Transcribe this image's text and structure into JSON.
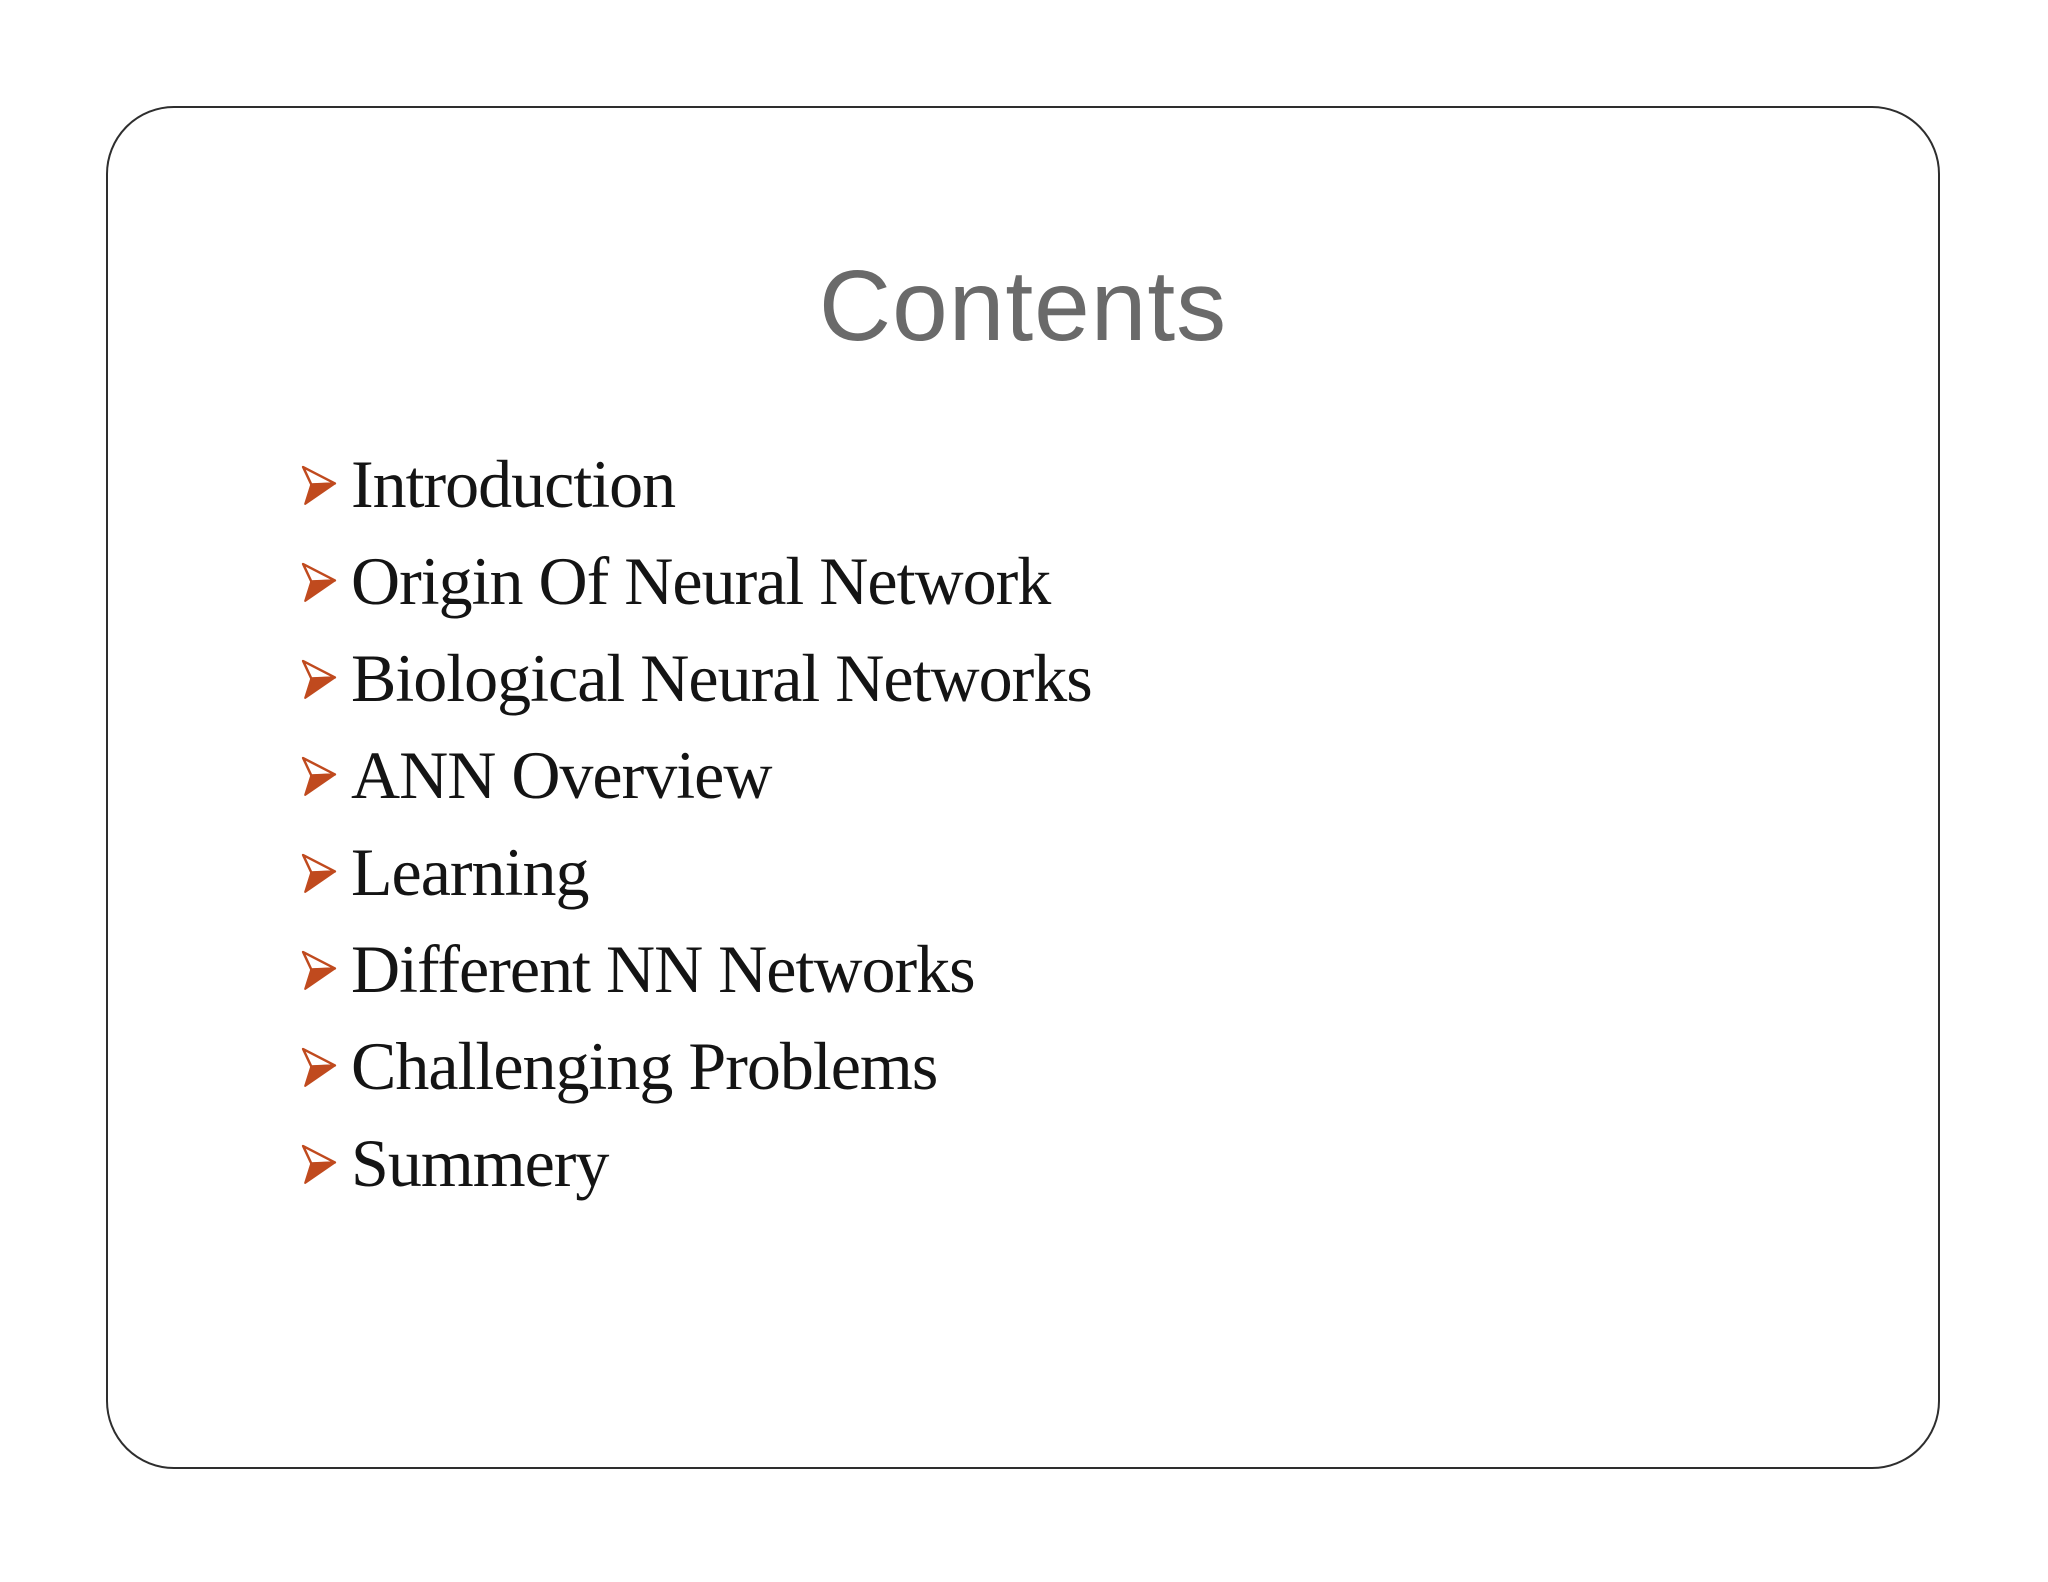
{
  "slide": {
    "title": "Contents",
    "items": [
      {
        "label": "Introduction"
      },
      {
        "label": "Origin Of Neural Network"
      },
      {
        "label": "Biological Neural Networks"
      },
      {
        "label": "ANN Overview"
      },
      {
        "label": "Learning"
      },
      {
        "label": "Different NN Networks"
      },
      {
        "label": "Challenging Problems"
      },
      {
        "label": "Summery"
      }
    ],
    "bullet_icon": "3d-arrowhead-right-icon",
    "colors": {
      "bullet": "#c04a1e",
      "title": "#6a6a6a",
      "body_text": "#141414",
      "border": "#2e2e2e",
      "background": "#ffffff"
    }
  }
}
